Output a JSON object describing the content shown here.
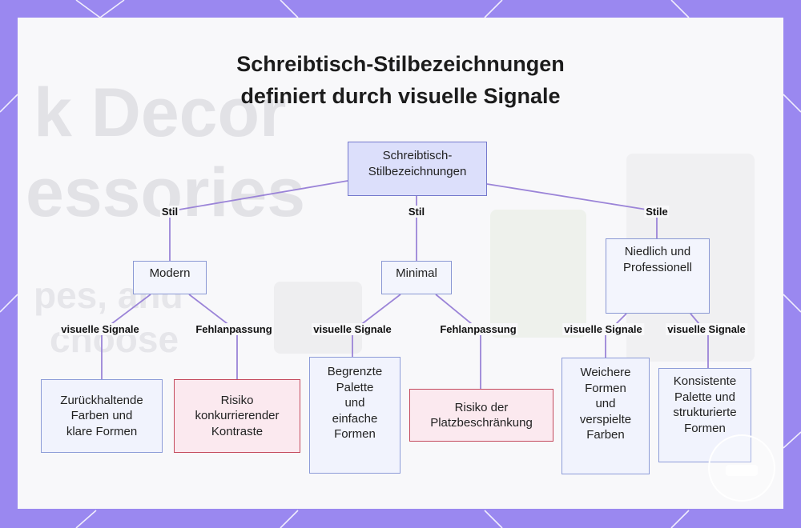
{
  "title": {
    "line1": "Schreibtisch-Stilbezeichnungen",
    "line2": "definiert durch visuelle Signale"
  },
  "nodes": {
    "root": "Schreibtisch-\nStilbezeichnungen",
    "modern": "Modern",
    "minimal": "Minimal",
    "niedlich": "Niedlich und\nProfessionell",
    "modern_signal": "Zurückhaltende\nFarben und\nklare Formen",
    "modern_risk": "Risiko\nkonkurrierender\nKontraste",
    "minimal_signal": "Begrenzte\nPalette\nund\neinfache\nFormen",
    "minimal_risk": "Risiko der\nPlatzbeschränkung",
    "niedlich_signal1": "Weichere\nFormen\nund\nverspielte\nFarben",
    "niedlich_signal2": "Konsistente\nPalette und\nstrukturierte\nFormen"
  },
  "edge_labels": {
    "root_modern": "Stil",
    "root_minimal": "Stil",
    "root_niedlich": "Stile",
    "modern_signal": "visuelle Signale",
    "modern_risk": "Fehlanpassung",
    "minimal_signal": "visuelle Signale",
    "minimal_risk": "Fehlanpassung",
    "niedlich_signal1": "visuelle Signale",
    "niedlich_signal2": "visuelle Signale"
  },
  "background_text": {
    "line1": "k Decor",
    "line2": "essories",
    "line3": "pes, and",
    "line4": "choose"
  },
  "colors": {
    "frame": "#9a88f0",
    "edge": "#9b84d8",
    "root_fill": "#dcdffb",
    "risk_border": "#c44a5d",
    "risk_fill": "#fbe9ef"
  }
}
